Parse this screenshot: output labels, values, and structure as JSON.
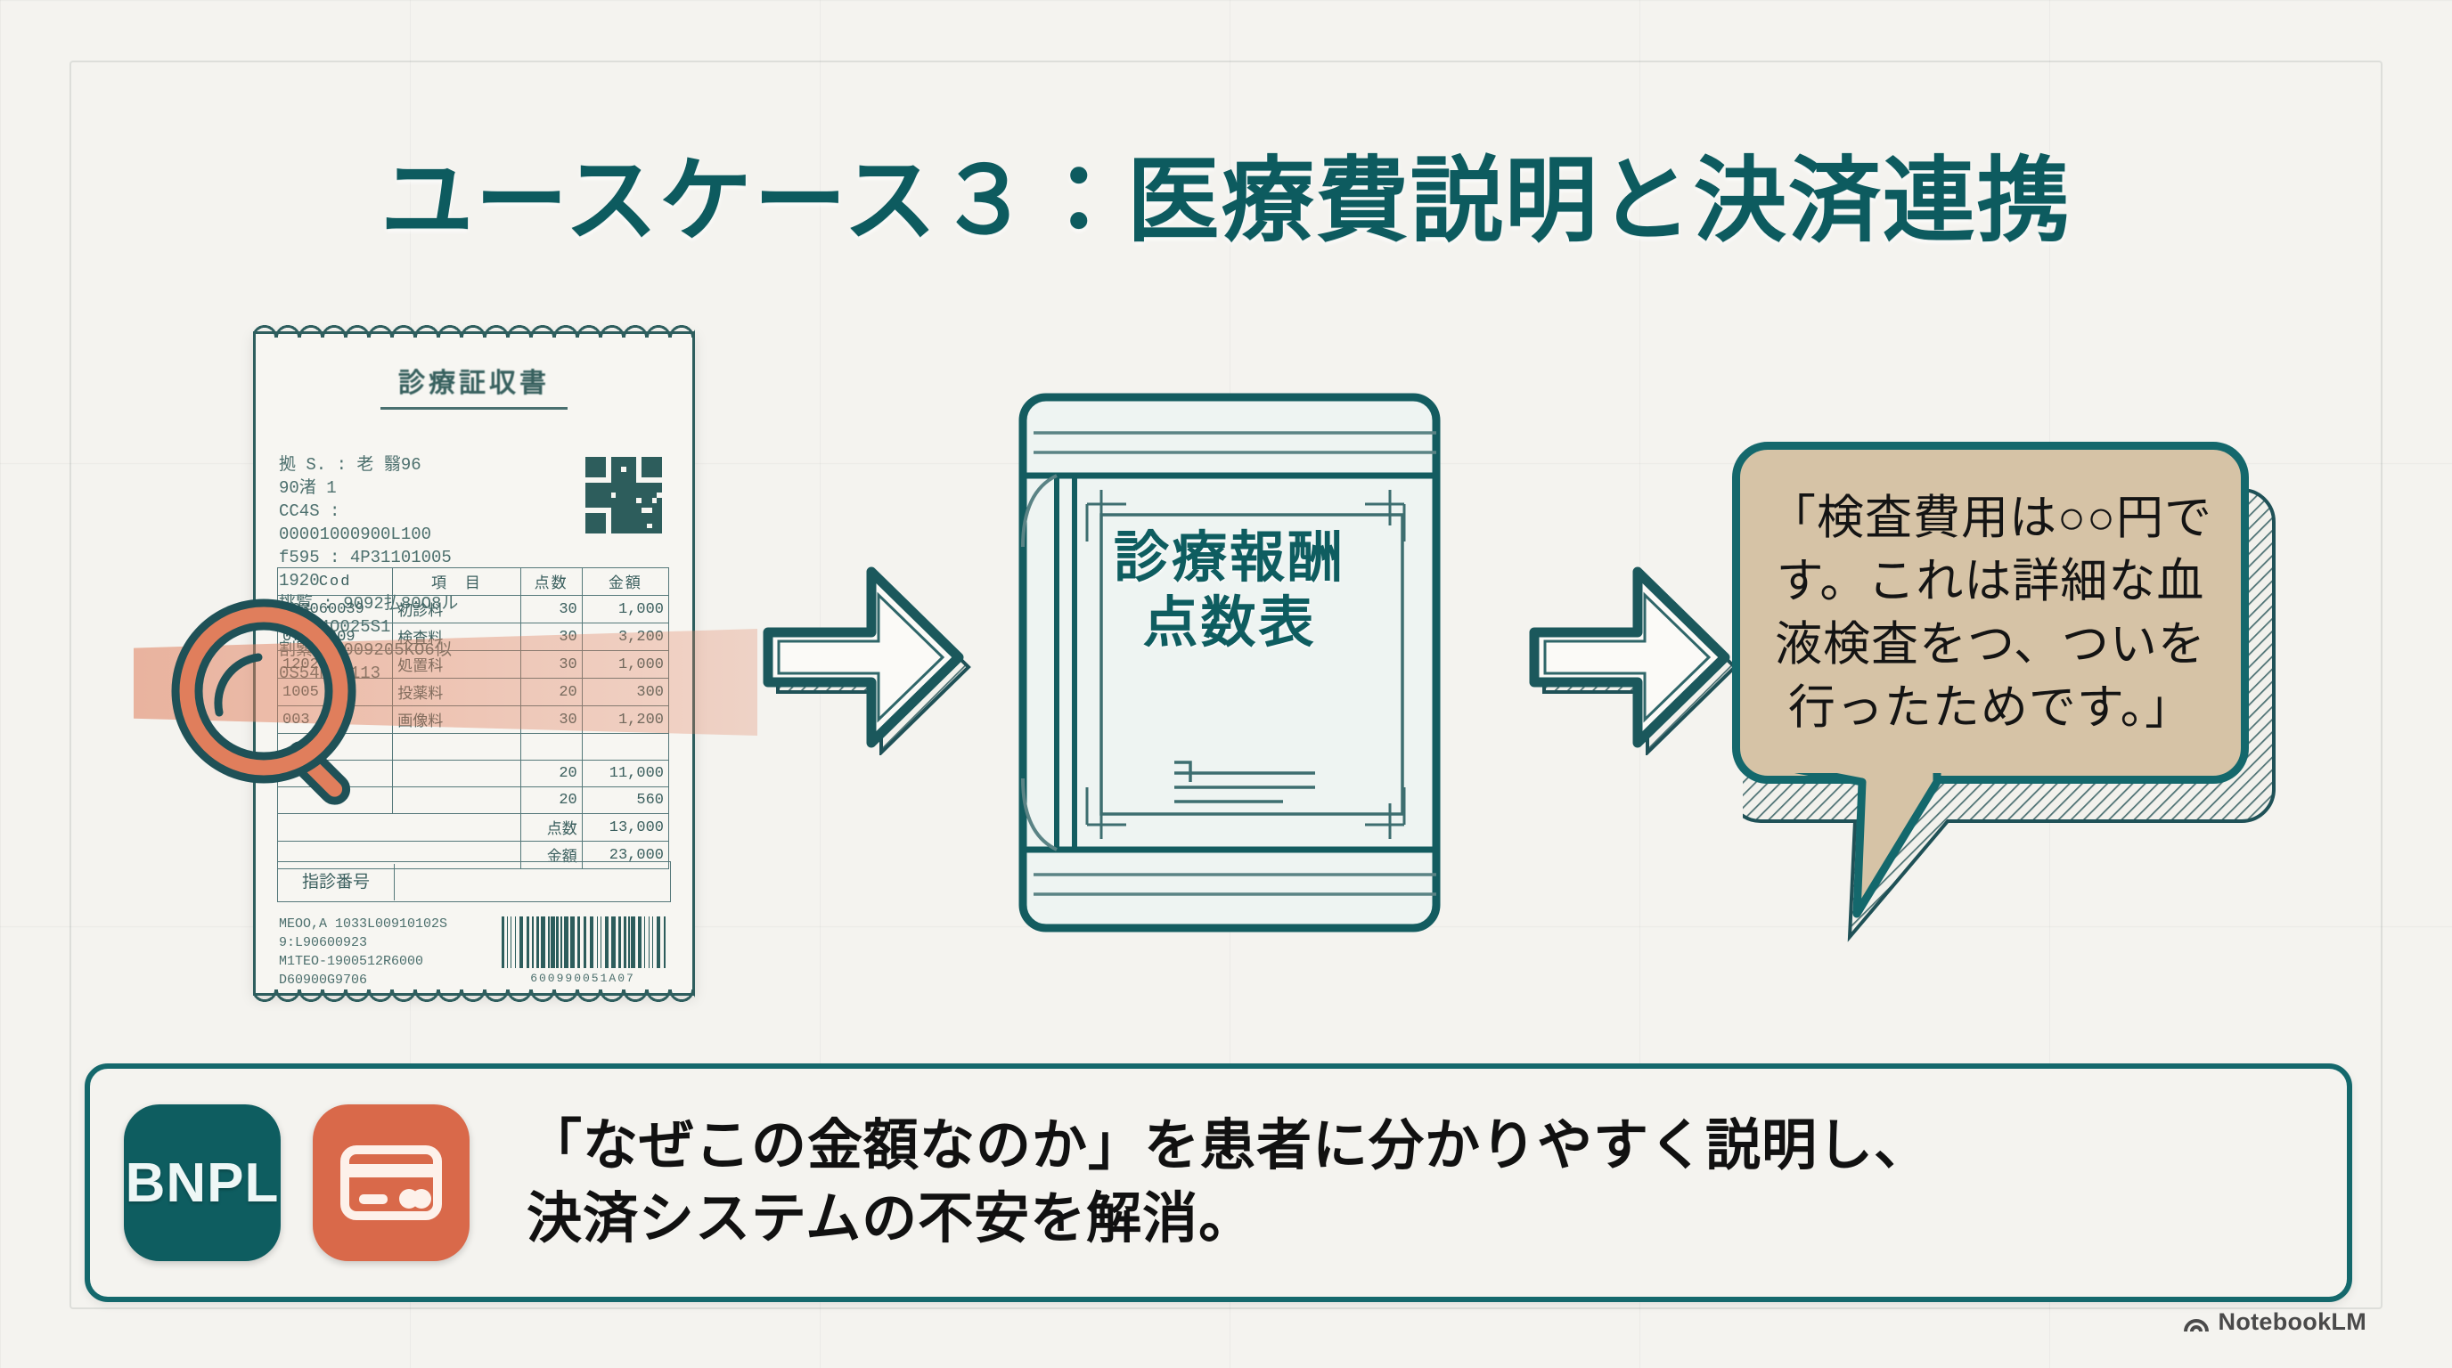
{
  "slide": {
    "title": "ユースケース３：医療費説明と決済連携"
  },
  "receipt": {
    "title": "診療証収書",
    "meta_lines": [
      "拠 S. : 老 翳96",
      "90渚 1",
      "CC4S : 00001000900L100",
      "f595 : 4P31101005 1920",
      "挑覧 : 9092払80O8ル0S5.4O025S1",
      "割緊 : 009205KO6似0S54MMD113"
    ],
    "columns": [
      "Cod",
      "項　目",
      "点数",
      "金額"
    ],
    "rows": [
      {
        "code": "003060039",
        "item": "初診料",
        "points": "30",
        "amount": "1,000"
      },
      {
        "code": "07031009",
        "item": "検査料",
        "points": "30",
        "amount": "3,200"
      },
      {
        "code": "12025",
        "item": "処置科",
        "points": "30",
        "amount": "1,000"
      },
      {
        "code": "1005",
        "item": "投薬料",
        "points": "20",
        "amount": "300"
      },
      {
        "code": "003",
        "item": "画像料",
        "points": "30",
        "amount": "1,200"
      }
    ],
    "subtotals": [
      {
        "points": "20",
        "amount": "11,000"
      },
      {
        "points": "20",
        "amount": "560"
      }
    ],
    "totals": [
      {
        "label": "点数",
        "amount": "13,000"
      },
      {
        "label": "金額",
        "amount": "23,000"
      }
    ],
    "field_label": "指診番号",
    "field_value": "",
    "footer_lines": [
      "MEOO,A 1033L00910102S",
      "9:L90600923",
      "M1TEO-1900512R6000",
      "D60900G9706"
    ],
    "barcode_number": "600990051A07"
  },
  "book": {
    "title_line1": "診療報酬",
    "title_line2": "点数表"
  },
  "bubble": {
    "text": "「検査費用は○○円です。これは詳細な血液検査をつ、ついを行ったためです。」"
  },
  "caption": {
    "bnpl_label": "BNPL",
    "card_icon": "credit-card-icon",
    "line1": "「なぜこの金額なのか」を患者に分かりやすく説明し、",
    "line2": "決済システムの不安を解消。"
  },
  "watermark": {
    "label": "NotebookLM"
  },
  "colors": {
    "teal": "#0e5d60",
    "teal_border": "#14686c",
    "orange": "#d9694a",
    "bubble_fill": "#d6c3a6",
    "paper": "#f4f3ef"
  }
}
